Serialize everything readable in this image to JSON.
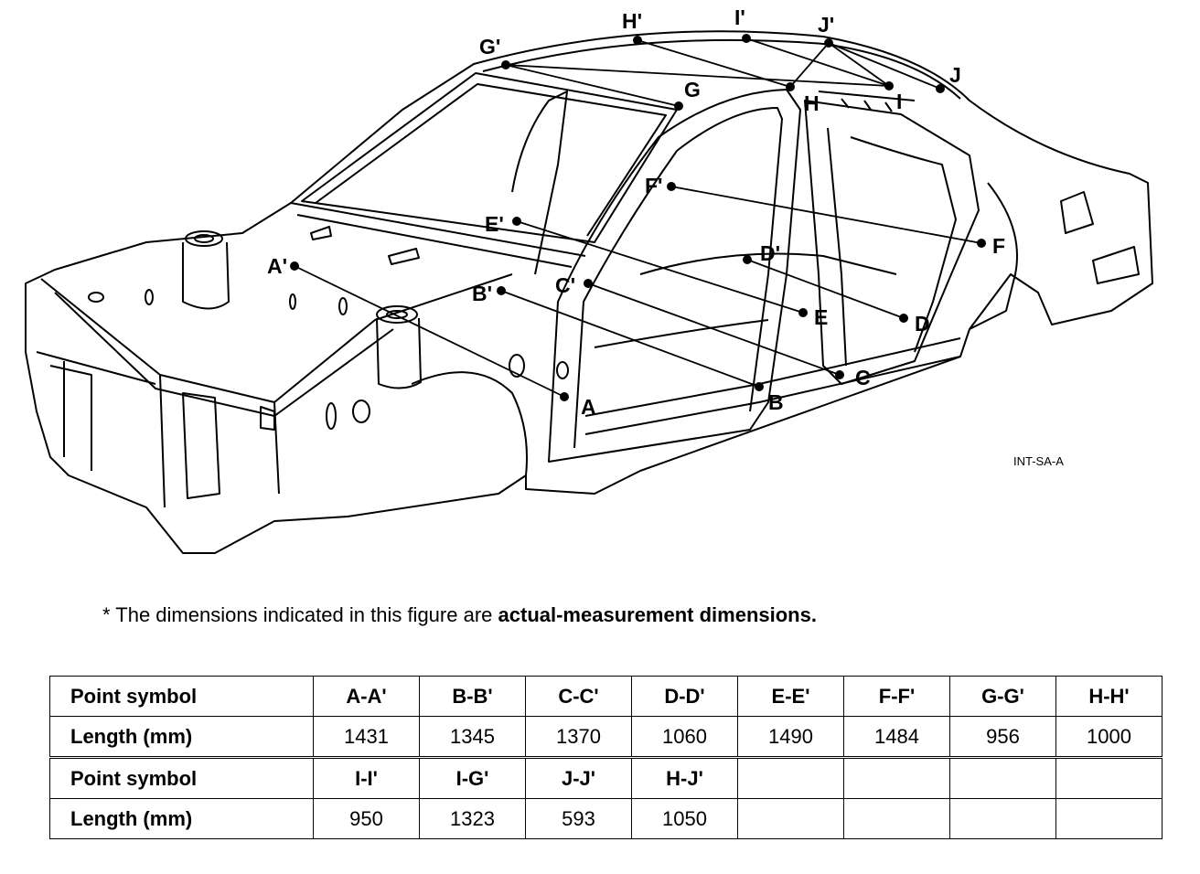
{
  "figure": {
    "code": "INT-SA-A",
    "point_labels": {
      "A": "A",
      "A_prime": "A'",
      "B": "B",
      "B_prime": "B'",
      "C": "C",
      "C_prime": "C'",
      "D": "D",
      "D_prime": "D'",
      "E": "E",
      "E_prime": "E'",
      "F": "F",
      "F_prime": "F'",
      "G": "G",
      "G_prime": "G'",
      "H": "H",
      "H_prime": "H'",
      "I": "I",
      "I_prime": "I'",
      "J": "J",
      "J_prime": "J'"
    }
  },
  "note": {
    "prefix": "* The  dimensions indicated in this figure are ",
    "emphasis": "actual-measurement dimensions."
  },
  "table": {
    "row_header_symbol": "Point symbol",
    "row_header_length": "Length (mm)",
    "group1": {
      "symbols": [
        "A-A'",
        "B-B'",
        "C-C'",
        "D-D'",
        "E-E'",
        "F-F'",
        "G-G'",
        "H-H'"
      ],
      "lengths": [
        "1431",
        "1345",
        "1370",
        "1060",
        "1490",
        "1484",
        "956",
        "1000"
      ]
    },
    "group2": {
      "symbols": [
        "I-I'",
        "I-G'",
        "J-J'",
        "H-J'",
        "",
        "",
        "",
        ""
      ],
      "lengths": [
        "950",
        "1323",
        "593",
        "1050",
        "",
        "",
        "",
        ""
      ]
    }
  }
}
